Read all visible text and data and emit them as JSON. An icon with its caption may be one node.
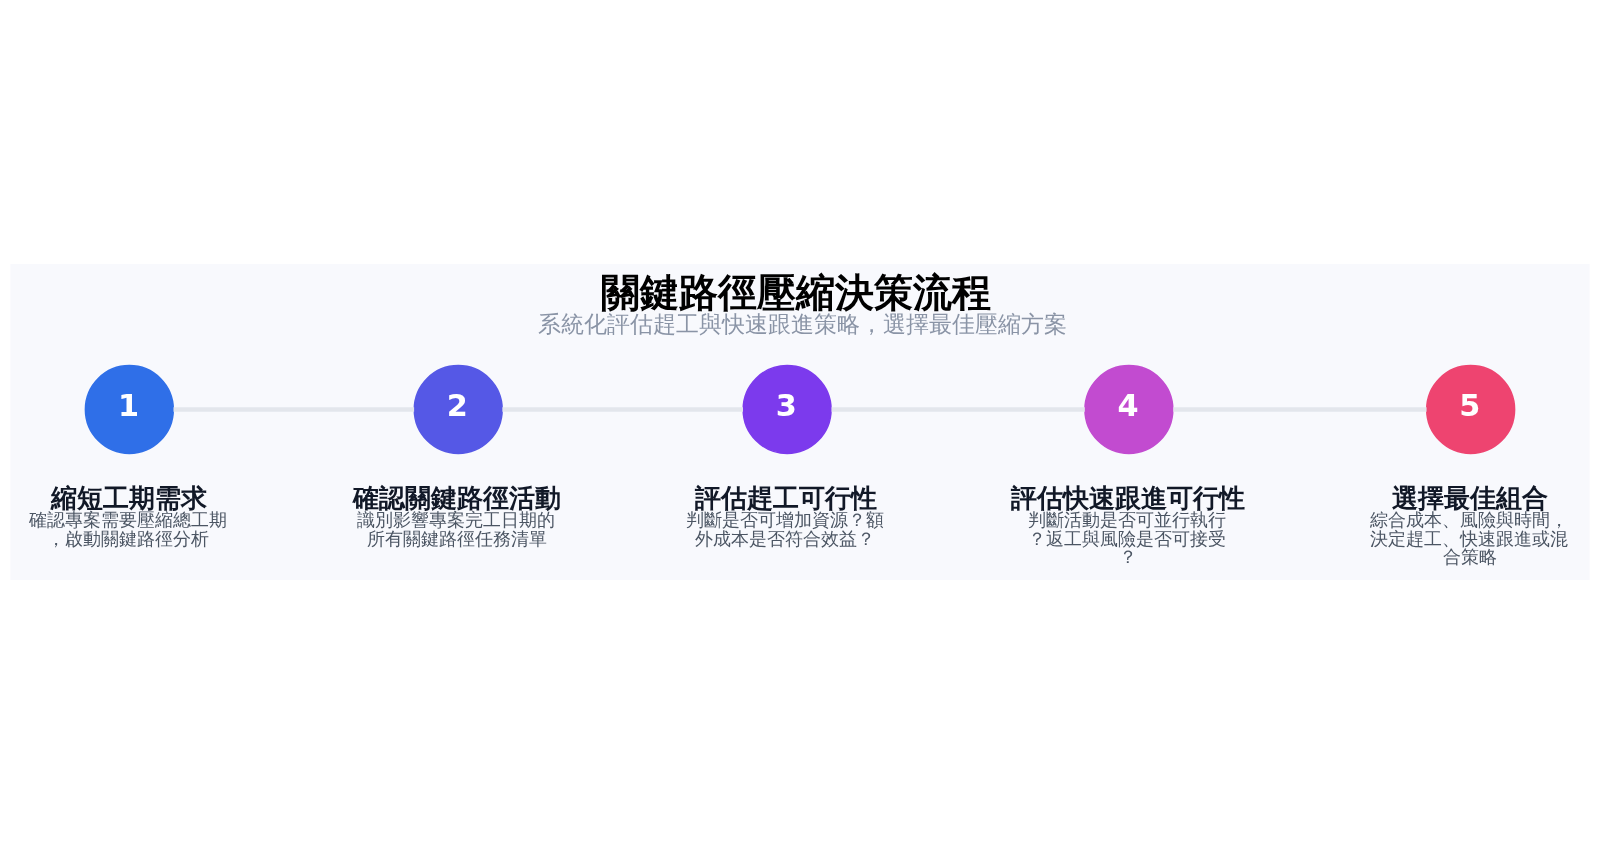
{
  "diagram": {
    "title": "關鍵路徑壓縮決策流程",
    "caption": "系統化評估趕工與快速跟進策略，選擇最佳壓縮方案",
    "nodes": [
      {
        "text": [
          "1"
        ],
        "beside": [
          "縮短工期需求",
          "確認專案需要壓縮總工期，啟動關鍵路徑分析"
        ]
      },
      {
        "text": [
          "2"
        ],
        "beside": [
          "確認關鍵路徑活動",
          "識別影響專案完工日期的所有關鍵路徑任務清單"
        ]
      },
      {
        "text": [
          "3"
        ],
        "beside": [
          "評估趕工可行性",
          "判斷是否可增加資源？額外成本是否符合效益？"
        ]
      },
      {
        "text": [
          "4"
        ],
        "beside": [
          "評估快速跟進可行性",
          "判斷活動是否可並行執行？返工與風險是否可接受？"
        ]
      },
      {
        "text": [
          "5"
        ],
        "beside": [
          "選擇最佳組合",
          "綜合成本、風險與時間，決定趕工、快速跟進或混合策略"
        ]
      }
    ],
    "edges": [
      {
        "from": 0,
        "to": 1,
        "arrow": "none"
      },
      {
        "from": 1,
        "to": 2,
        "arrow": "none"
      },
      {
        "from": 2,
        "to": 3,
        "arrow": "none"
      },
      {
        "from": 3,
        "to": 4,
        "arrow": "none"
      }
    ]
  }
}
